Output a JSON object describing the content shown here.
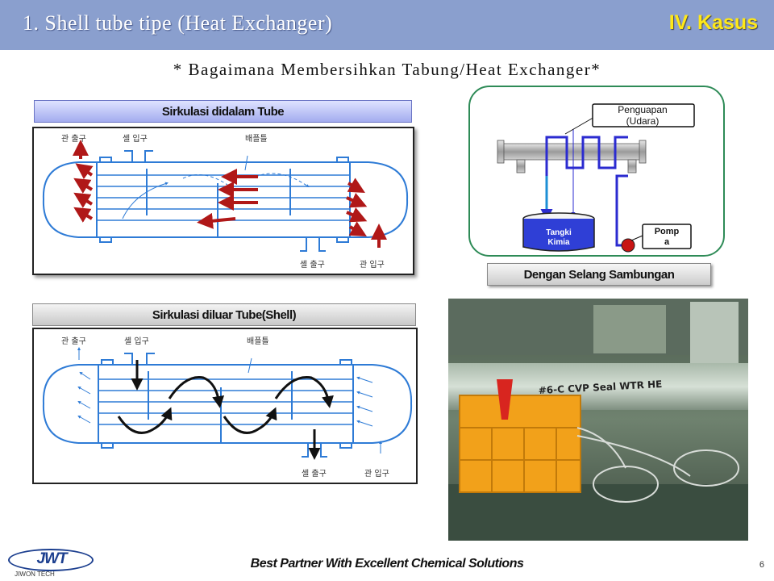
{
  "header": {
    "title": "1. Shell tube tipe (Heat Exchanger)",
    "section": "IV. Kasus"
  },
  "subtitle": "* Bagaimana Membersihkan Tabung/Heat Exchanger*",
  "diagram_inside": {
    "label": "Sirkulasi didalam Tube",
    "tube_outlet": "관 출구",
    "shell_inlet": "셸 입구",
    "baffle": "배플틀",
    "shell_outlet": "셸 출구",
    "tube_inlet": "관 입구"
  },
  "diagram_outside": {
    "label": "Sirkulasi diluar Tube(Shell)",
    "tube_outlet": "관 출구",
    "shell_inlet": "셸 입구",
    "baffle": "배플틀",
    "shell_outlet": "셸 출구",
    "tube_inlet": "관 입구"
  },
  "flow_diagram": {
    "evaporation_line1": "Penguapan",
    "evaporation_line2": "(Udara)",
    "tank_line1": "Tangki",
    "tank_line2": "Kimia",
    "pump_line1": "Pomp",
    "pump_line2": "a",
    "connection_label": "Dengan Selang Sambungan"
  },
  "photo": {
    "pipe_label": "#6-C CVP Seal WTR HE"
  },
  "footer": {
    "tagline": "Best Partner With  Excellent  Chemical Solutions",
    "page_number": "6",
    "logo_mark": "JWT",
    "logo_name": "JIWON TECH"
  },
  "colors": {
    "header_bg": "#8a9fce",
    "section_text": "#ffe817",
    "diagram_line": "#2e7bd6",
    "arrow_red": "#b01818",
    "flow_border": "#2e8b57"
  }
}
